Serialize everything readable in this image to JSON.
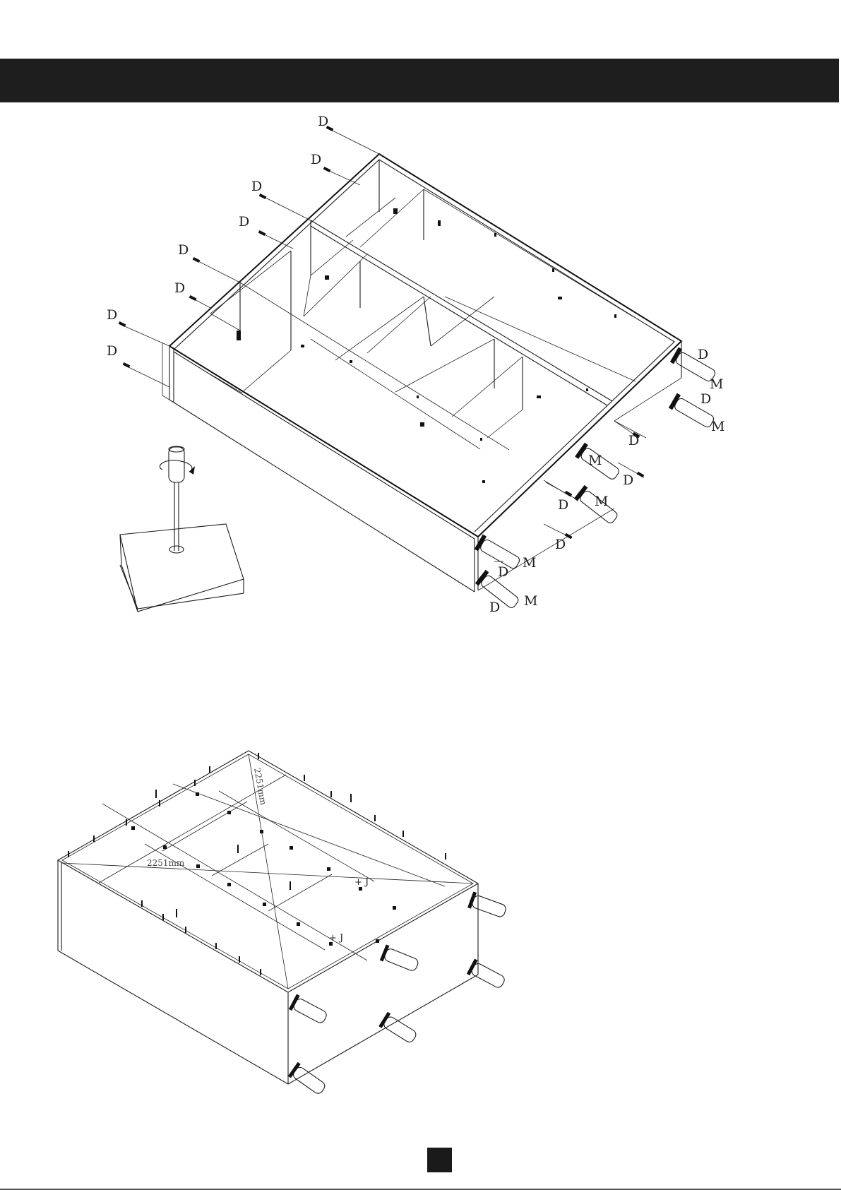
{
  "header": {
    "title": ""
  },
  "step1": {
    "screw_label": "D",
    "leg_label": "M"
  },
  "step2": {
    "diagonal_top": "2251mm",
    "diagonal_front": "2251mm",
    "fitting_label": "I",
    "fitting_plus_label": "+ J"
  },
  "footer": {
    "page_number": ""
  }
}
